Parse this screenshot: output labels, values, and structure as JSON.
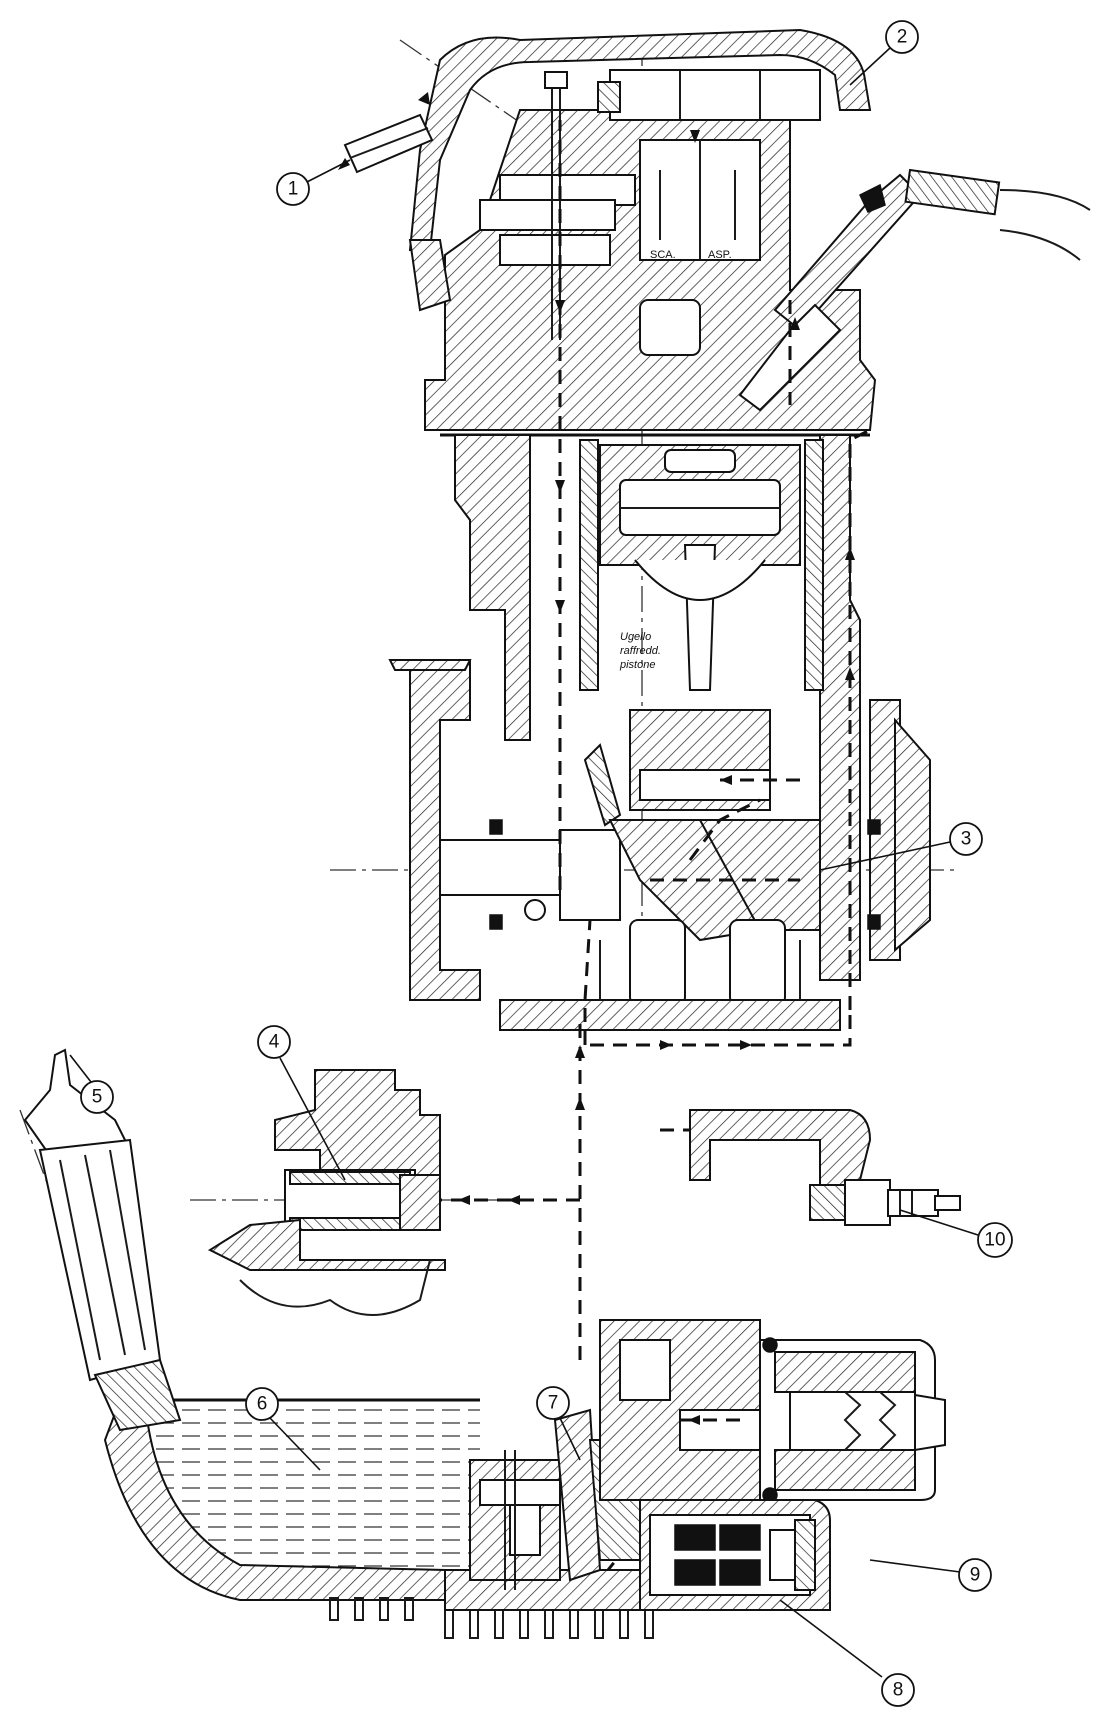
{
  "callouts": [
    {
      "id": "1",
      "label": "1"
    },
    {
      "id": "2",
      "label": "2"
    },
    {
      "id": "3",
      "label": "3"
    },
    {
      "id": "4",
      "label": "4"
    },
    {
      "id": "5",
      "label": "5"
    },
    {
      "id": "6",
      "label": "6"
    },
    {
      "id": "7",
      "label": "7"
    },
    {
      "id": "8",
      "label": "8"
    },
    {
      "id": "9",
      "label": "9"
    },
    {
      "id": "10",
      "label": "10"
    }
  ],
  "annotations": {
    "nozzle_line1": "Ugello",
    "nozzle_line2": "raffredd.",
    "nozzle_line3": "pistone",
    "camshaft_exhaust": "SCA.",
    "camshaft_intake": "ASP."
  },
  "colors": {
    "ink": "#111111",
    "background": "#ffffff"
  }
}
